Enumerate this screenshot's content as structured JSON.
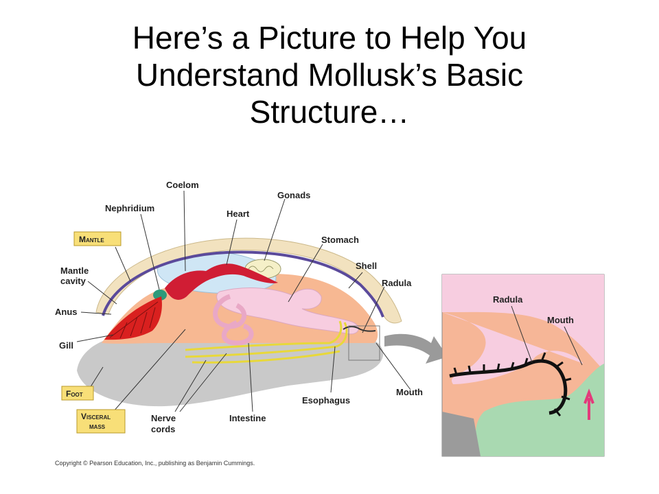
{
  "slide": {
    "title_lines": [
      "Here’s a Picture to Help You",
      "Understand Mollusk’s Basic",
      "Structure…"
    ]
  },
  "labels": {
    "coelom": "Coelom",
    "nephridium": "Nephridium",
    "heart": "Heart",
    "gonads": "Gonads",
    "stomach": "Stomach",
    "shell": "Shell",
    "radula": "Radula",
    "mantle": "Mantle",
    "mantle_cavity_1": "Mantle",
    "mantle_cavity_2": "cavity",
    "anus": "Anus",
    "gill": "Gill",
    "foot": "Foot",
    "visceral_mass_1": "Visceral",
    "visceral_mass_2": "mass",
    "nerve_cords_1": "Nerve",
    "nerve_cords_2": "cords",
    "intestine": "Intestine",
    "esophagus": "Esophagus",
    "mouth": "Mouth"
  },
  "inset": {
    "radula": "Radula",
    "mouth": "Mouth"
  },
  "copyright": "Copyright © Pearson Education, Inc., publishing as Benjamin Cummings.",
  "colors": {
    "shell": "#f2e2bf",
    "mantle": "#5b4a9b",
    "visceral_mass": "#f7b892",
    "foot": "#c9c9c9",
    "gill": "#d9201f",
    "heart": "#d01d34",
    "stomach": "#f7cde0",
    "coelom": "#cfe6f5",
    "nerve_cords": "#e8d83a",
    "label_box": "#f8df78",
    "inset_bg": "#f6b697",
    "inset_green": "#a9d9b1"
  }
}
